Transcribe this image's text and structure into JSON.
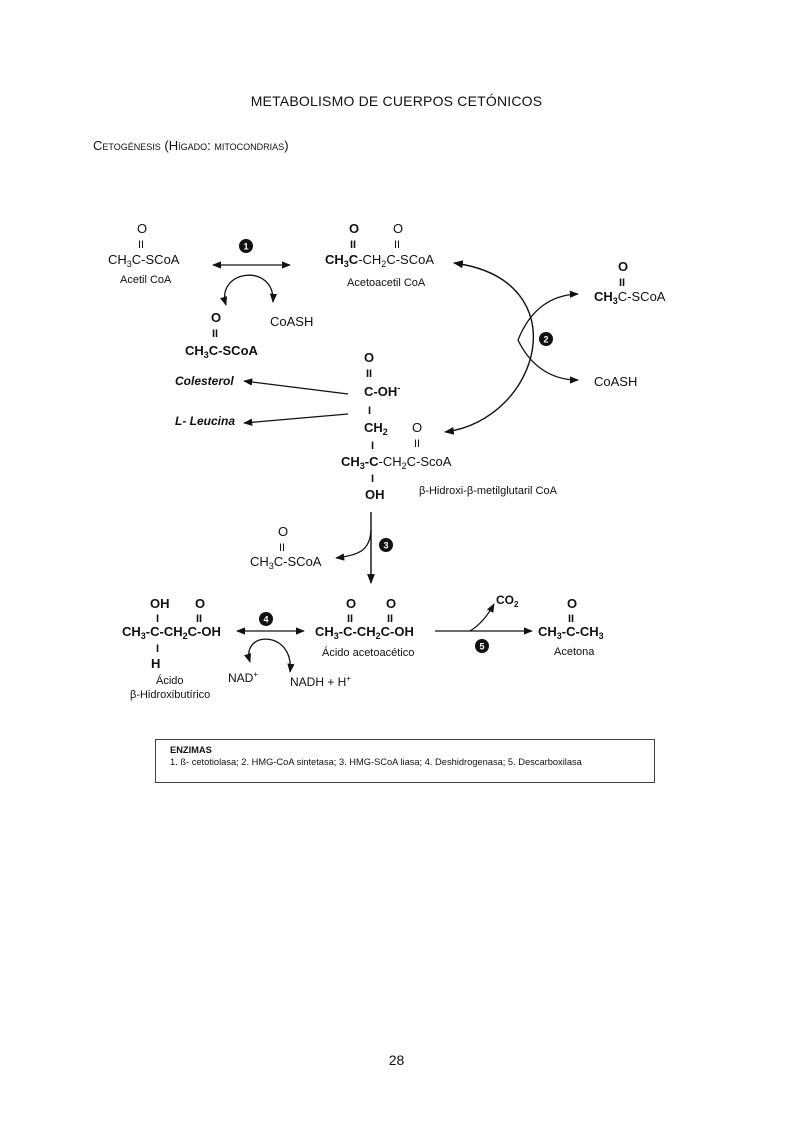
{
  "page": {
    "title": "METABOLISMO DE CUERPOS CETÓNICOS",
    "section_heading": {
      "c1": "C",
      "c2": "etogénesis",
      "c3": " (",
      "c4": "H",
      "c5": "ígado",
      "c6": ": ",
      "c7": "mitocondrias",
      "c8": ")"
    },
    "page_number": "28"
  },
  "diagram": {
    "o": "O",
    "dbl": "II",
    "single": "I",
    "sub2": "2",
    "sub3": "3",
    "ch3": "CH",
    "dash": "-",
    "plus": "+",
    "acetyl": {
      "c_scoa": "C-SCoA",
      "name": "Acetil CoA"
    },
    "acetoacetyl": {
      "c": "C",
      "mid": "-CH",
      "tail": "C-SCoA",
      "name": "Acetoacetil CoA"
    },
    "coash": "CoASH",
    "hmg": {
      "cooh": "C-OH",
      "minus": "-",
      "ch2": "CH",
      "c": "C",
      "mid": "-CH",
      "tail": "C-ScoA",
      "oh": "OH",
      "name": "β-Hidroxi-β-metilglutaril CoA"
    },
    "colesterol": "Colesterol",
    "leucina": "L- Leucina",
    "hydroxybutyric": {
      "oh": "OH",
      "c": "C",
      "mid": "-CH",
      "tail": "C-OH",
      "h": "H",
      "name1": "Ácido",
      "name2": "β-Hidroxibutírico"
    },
    "acetoacetic": {
      "c": "C",
      "mid": "-CH",
      "tail": "C-OH",
      "name": "Ácido acetoacético"
    },
    "acetone": {
      "c": "C-CH",
      "name": "Acetona"
    },
    "nad": "NAD",
    "nadh": "NADH + H",
    "co2": "CO",
    "steps": [
      "1",
      "2",
      "3",
      "4",
      "5"
    ]
  },
  "enzymes": {
    "header": "ENZIMAS",
    "list": "1. ß- cetotiolasa; 2. HMG-CoA sintetasa; 3. HMG-SCoA liasa; 4. Deshidrogenasa; 5. Descarboxilasa"
  }
}
